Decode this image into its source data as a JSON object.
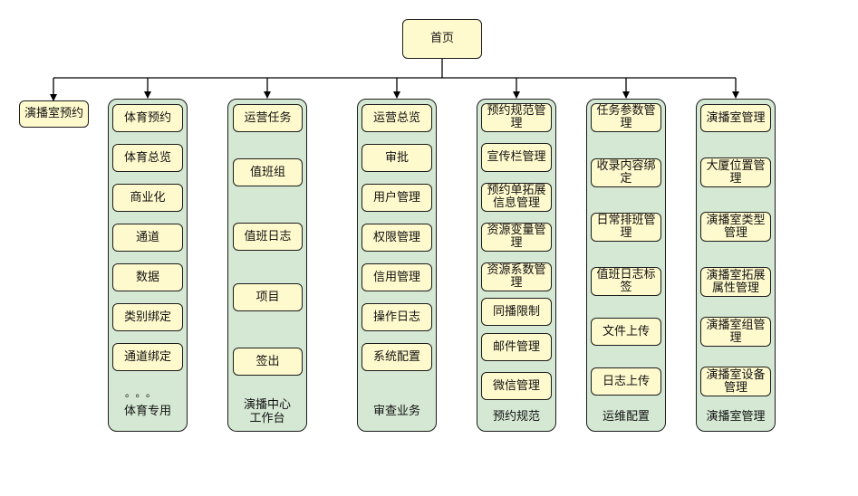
{
  "root": {
    "label": "首页"
  },
  "single": {
    "label": "演播室预约"
  },
  "groups": [
    {
      "caption": "体育专用",
      "items": [
        "体育预约",
        "体育总览",
        "商业化",
        "通道",
        "数据",
        "类别绑定",
        "通道绑定"
      ],
      "ellipsis": "。。。"
    },
    {
      "caption": "演播中心\n工作台",
      "items": [
        "运营任务",
        "值班组",
        "值班日志",
        "项目",
        "签出"
      ]
    },
    {
      "caption": "审查业务",
      "items": [
        "运营总览",
        "审批",
        "用户管理",
        "权限管理",
        "信用管理",
        "操作日志",
        "系统配置"
      ]
    },
    {
      "caption": "预约规范",
      "items": [
        "预约规范管理",
        "宣传栏管理",
        "预约单拓展信息管理",
        "资源变量管理",
        "资源系数管理",
        "同播限制",
        "邮件管理",
        "微信管理"
      ]
    },
    {
      "caption": "运维配置",
      "items": [
        "任务参数管理",
        "收录内容绑定",
        "日常排班管理",
        "值班日志标签",
        "文件上传",
        "日志上传"
      ]
    },
    {
      "caption": "演播室管理",
      "items": [
        "演播室管理",
        "大厦位置管理",
        "演播室类型管理",
        "演播室拓展属性管理",
        "演播室组管理",
        "演播室设备管理"
      ]
    }
  ]
}
